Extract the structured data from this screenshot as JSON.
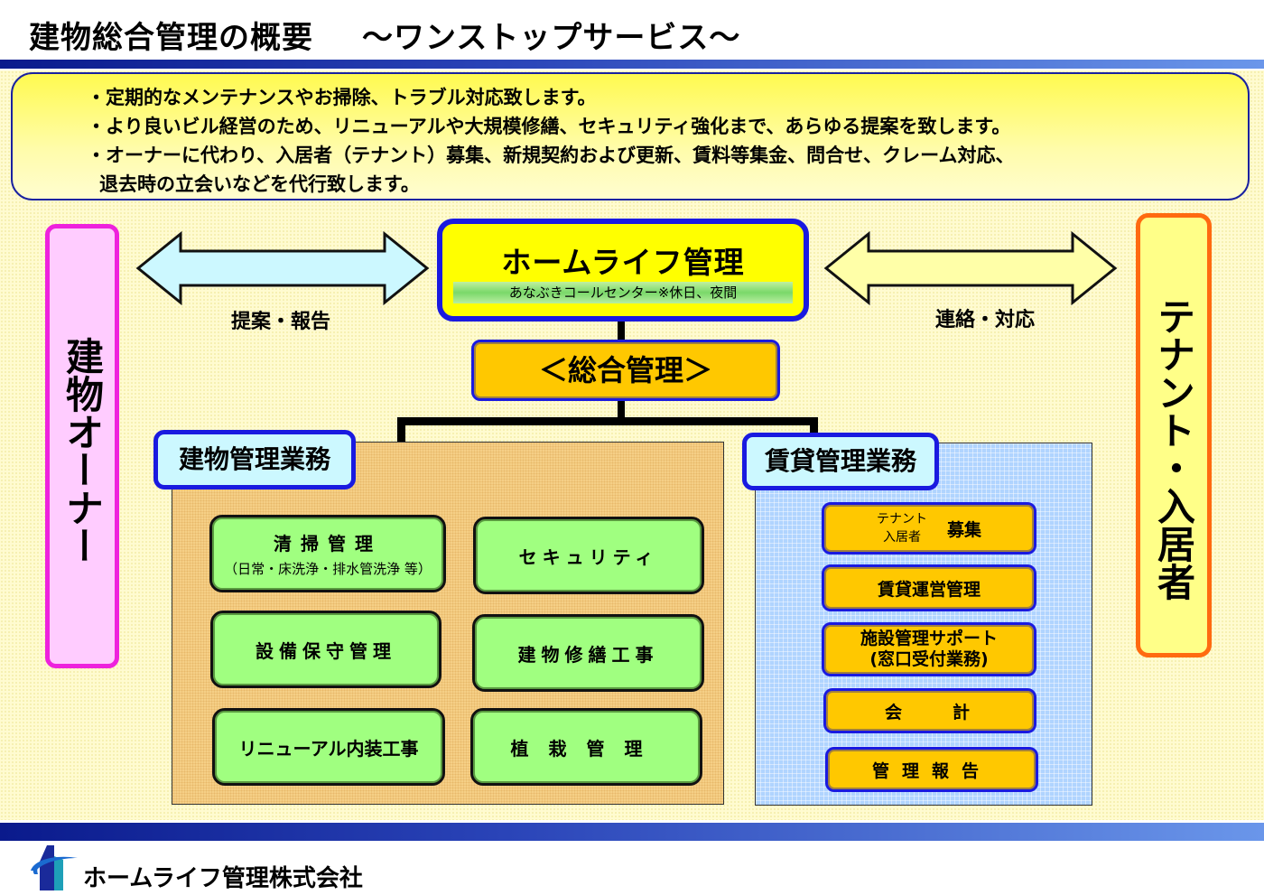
{
  "header": {
    "title": "建物総合管理の概要",
    "subtitle": "～ワンストップサービス～"
  },
  "intro": {
    "lines": [
      "・定期的なメンテナンスやお掃除、トラブル対応致します。",
      "・より良いビル経営のため、リニューアルや大規模修繕、セキュリティ強化まで、あらゆる提案を致します。",
      "・オーナーに代わり、入居者（テナント）募集、新規契約および更新、賃料等集金、問合せ、クレーム対応、",
      "退去時の立会いなどを代行致します。"
    ]
  },
  "owner": {
    "label": "建物オーナー",
    "color": "#ee22dd",
    "fill": "#ffccff"
  },
  "tenant": {
    "label": "テナント・入居者",
    "color": "#ff6a10",
    "fill": "#ffff88"
  },
  "arrows": {
    "left": {
      "label": "提案・報告",
      "fill": "#ccf8ff"
    },
    "right": {
      "label": "連絡・対応",
      "fill": "#ffffa8"
    }
  },
  "center": {
    "company": "ホームライフ管理",
    "call_center": "あなぶきコールセンター※休日、夜間",
    "general": "＜総合管理＞"
  },
  "building_management": {
    "title": "建物管理業務",
    "items": [
      {
        "label": "清掃管理",
        "note": "（日常・床洗浄・排水管洗浄 等）"
      },
      {
        "label": "セキュリティ"
      },
      {
        "label": "設備保守管理"
      },
      {
        "label": "建物修繕工事"
      },
      {
        "label": "リニューアル内装工事"
      },
      {
        "label": "植栽管理"
      }
    ]
  },
  "rental_management": {
    "title": "賃貸管理業務",
    "items": [
      {
        "who_top": "テナント",
        "who_bottom": "入居者",
        "label": "募集"
      },
      {
        "label": "賃貸運営管理"
      },
      {
        "label": "施設管理サポート",
        "note": "(窓口受付業務)"
      },
      {
        "label": "会　　計"
      },
      {
        "label": "管理報告"
      }
    ]
  },
  "footer": {
    "company": "ホームライフ管理株式会社"
  },
  "colors": {
    "accent_blue": "#1a1ae0",
    "green_box": "#a0ff80",
    "orange_box": "#ffc800",
    "hq_yellow": "#ffff00"
  }
}
